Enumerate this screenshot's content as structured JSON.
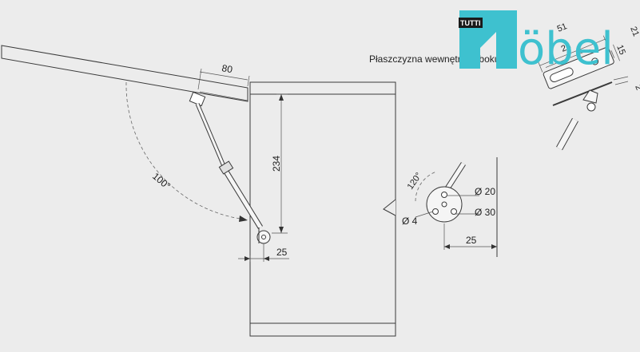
{
  "drawing": {
    "dim_lid_width": "80",
    "dim_height": "234",
    "dim_offset": "25",
    "dim_angle": "100°",
    "dim_bracket_angle": "120°",
    "dim_d20": "Ø 20",
    "dim_d30": "Ø 30",
    "dim_d4": "Ø 4",
    "dim_detail_25": "25",
    "dim_plate_51": "51",
    "dim_plate_26": "26",
    "dim_plate_15": "15",
    "dim_plate_21": "21",
    "dim_plate_2": "2",
    "plane_label": "Płaszczyzna wewnętrzna boku"
  },
  "logo": {
    "badge": "TUTTI",
    "text": "öbel",
    "accent_color": "#3ec1cf",
    "badge_color": "#1a1a1a"
  }
}
